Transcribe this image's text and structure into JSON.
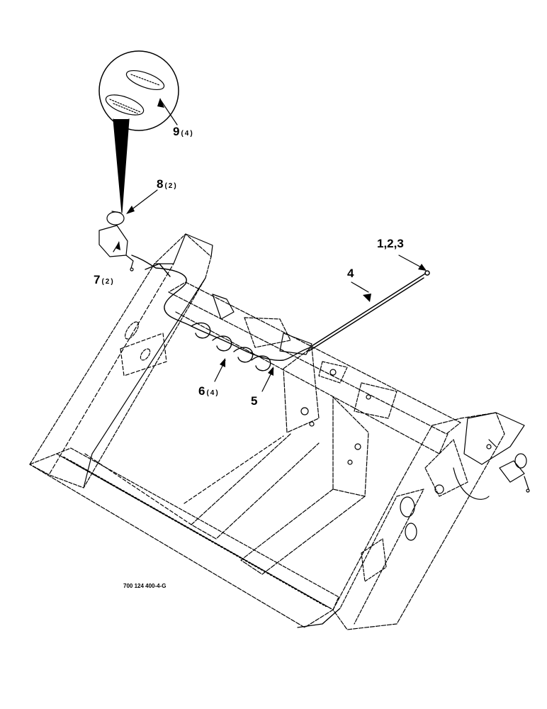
{
  "callouts": {
    "c1": {
      "num": "1,2,3",
      "qty": ""
    },
    "c4": {
      "num": "4",
      "qty": ""
    },
    "c5": {
      "num": "5",
      "qty": ""
    },
    "c6": {
      "num": "6",
      "qty": "(4)"
    },
    "c7": {
      "num": "7",
      "qty": "(2)"
    },
    "c8": {
      "num": "8",
      "qty": "(2)"
    },
    "c9": {
      "num": "9",
      "qty": "(4)"
    }
  },
  "drawing_number": "700 124 400-4-G"
}
